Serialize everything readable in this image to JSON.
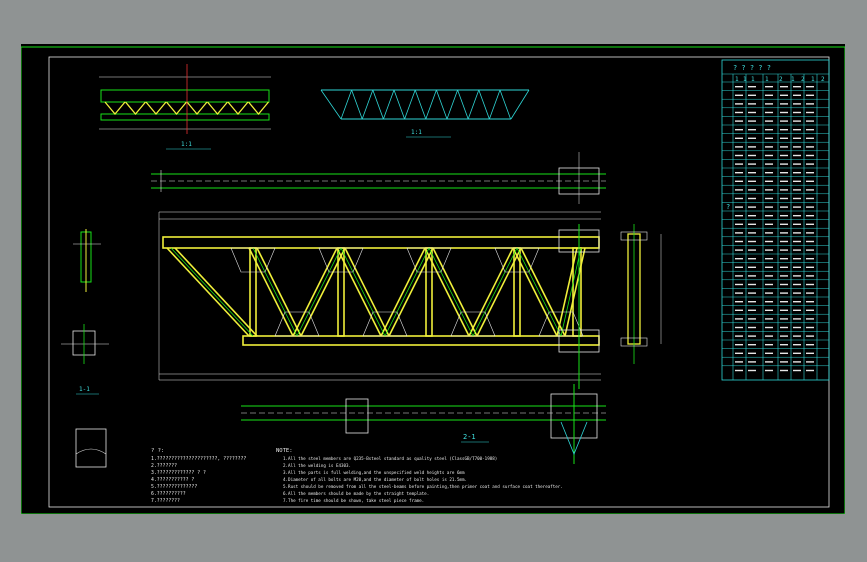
{
  "colors": {
    "frame": "#19e219",
    "member": "#f0ef3a",
    "cyan": "#2fd6d6",
    "white": "#e6e6e6",
    "red": "#e63030",
    "background": "#000000",
    "chrome": "#8f9393"
  },
  "drawing": {
    "title_block": {
      "header": "? ? ? ? ?",
      "col_headers": [
        "1",
        "1",
        "1",
        "1",
        "2",
        "1",
        "2",
        "1",
        "2"
      ],
      "side_label": "?"
    },
    "section_label": "1-1",
    "section_label_2": "2-1",
    "top_left_caption": "1:1",
    "top_right_caption": "1:1",
    "notes_zh": {
      "title": "? ?:",
      "lines": [
        "1.?????????????????????, ????????",
        "2.???????",
        "3.????????????? ? ?",
        "4.??????????? ?",
        "5.??????????????",
        "6.??????????",
        "7.????????"
      ]
    },
    "notes_en": {
      "title": "NOTE:",
      "lines": [
        "1.All the steel members are Q235-Bsteel standard as quality steel (ClassGB/T700-1988)",
        "2.All the welding is E4303.",
        "3.All the parts is full welding,and the unspecified weld heights are 6mm",
        "4.Diameter of all bolts are M20,and the diameter of bolt holes is 21.5mm.",
        "5.Rust should be removed from all the steel-beams before painting,then primer coat and surface coat thereafter.",
        "6.All the members should be made by the straight template.",
        "7.The fire time should be shown, take steel piece frame."
      ]
    }
  }
}
